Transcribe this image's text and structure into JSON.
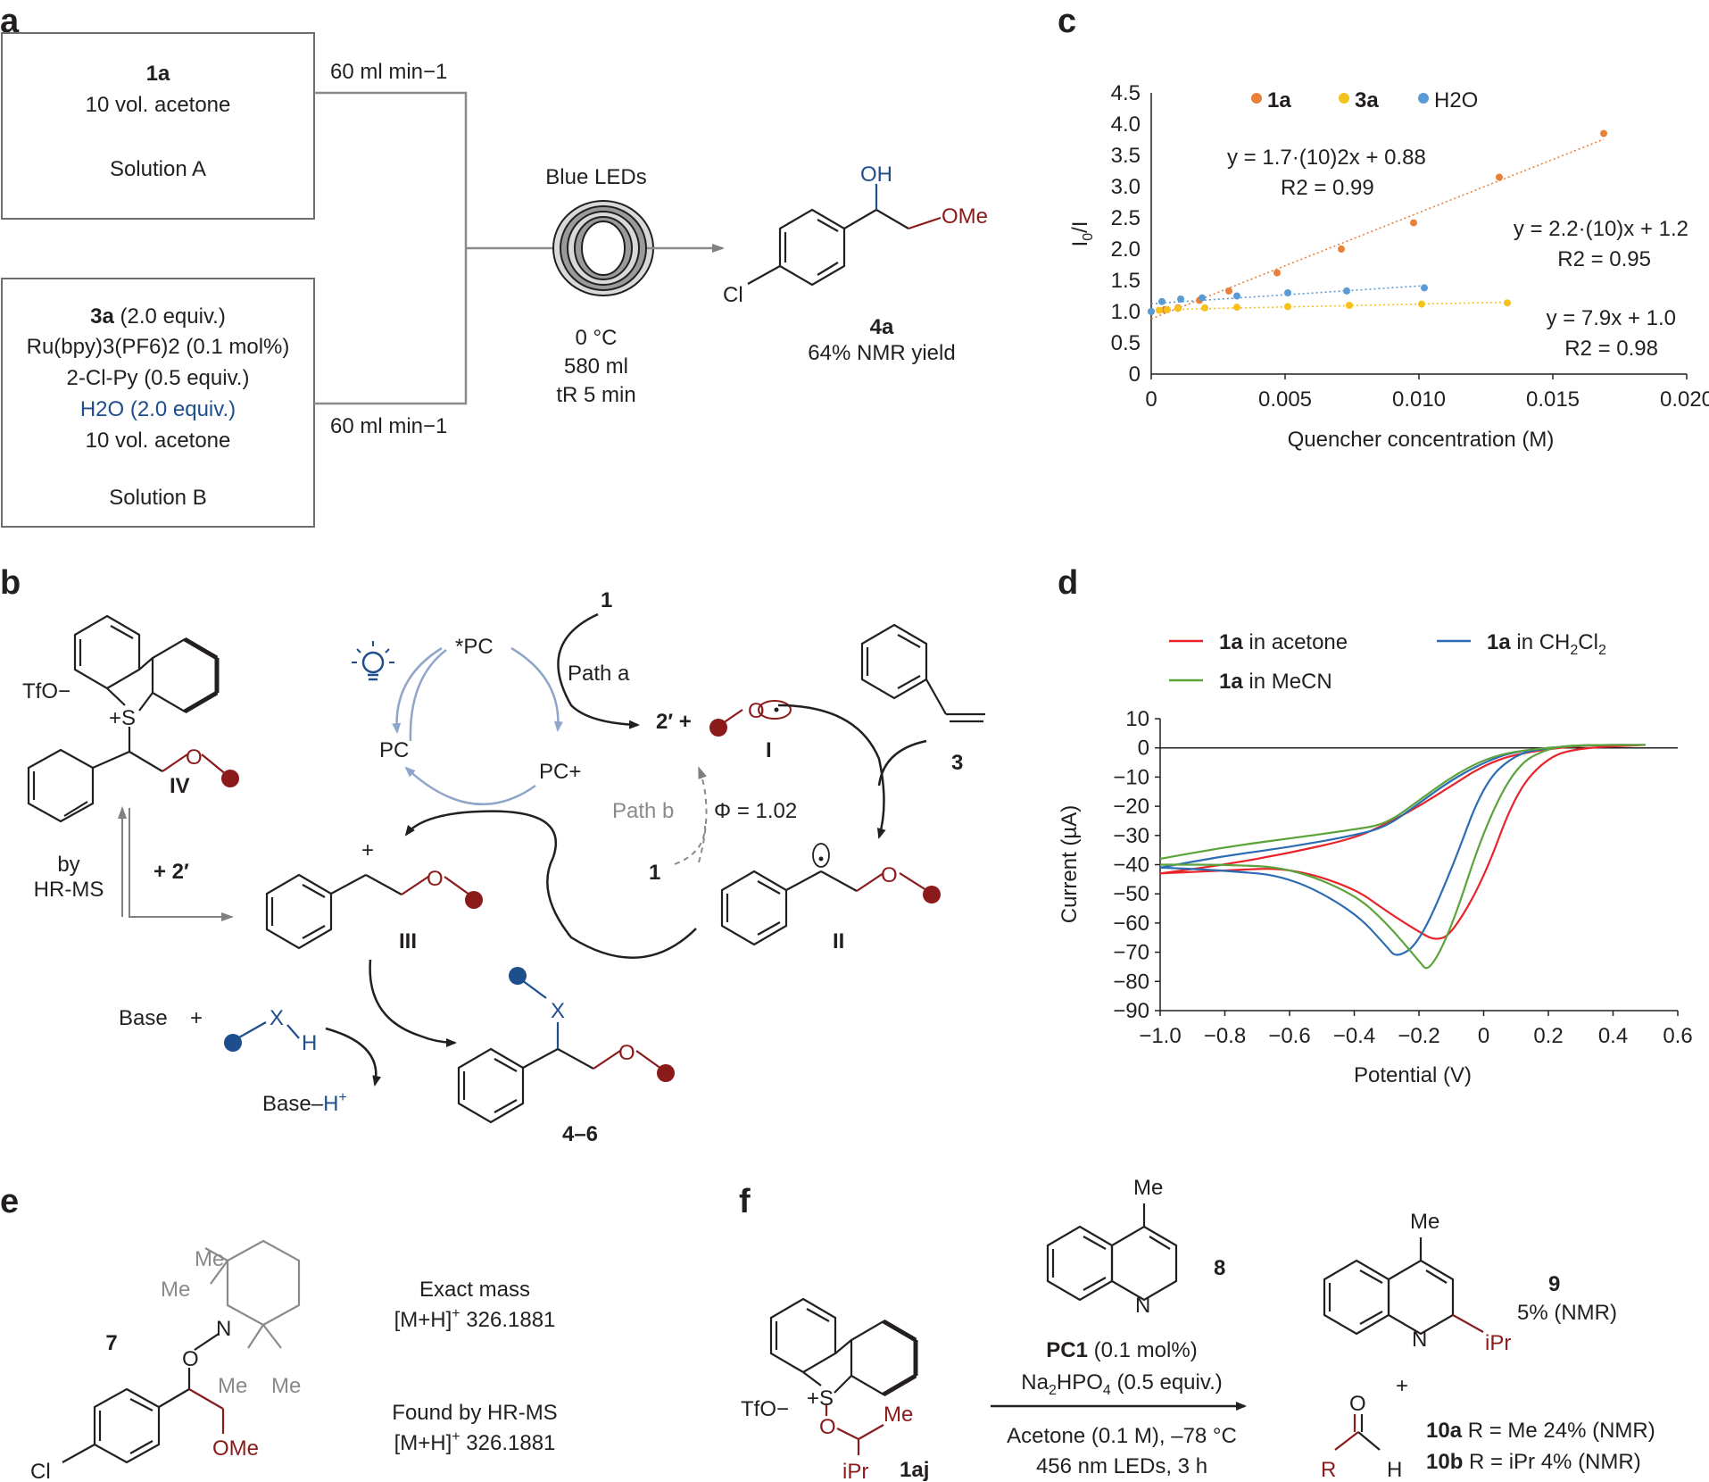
{
  "panel_labels": {
    "a": "a",
    "b": "b",
    "c": "c",
    "d": "d",
    "e": "e",
    "f": "f"
  },
  "panel_a": {
    "solution_a": {
      "compound": "1a",
      "line2": "10 vol. acetone",
      "name": "Solution A"
    },
    "solution_b": {
      "line1_bold": "3a",
      "line1_rest": " (2.0 equiv.)",
      "catalyst": "Ru(bpy)3(PF6)2 (0.1 mol%)",
      "line3": "2-Cl-Py (0.5 equiv.)",
      "water": "H2O (2.0 equiv.)",
      "line5": "10 vol. acetone",
      "name": "Solution B"
    },
    "flow_rate": "60 ml min−1",
    "reactor_label": "Blue LEDs",
    "conditions": [
      "0 °C",
      "580 ml",
      "tR 5 min"
    ],
    "product": {
      "name": "4a",
      "yield": "64% NMR yield",
      "oh": "OH",
      "ome": "OMe",
      "cl": "Cl"
    }
  },
  "panel_b": {
    "tfo": "TfO−",
    "s_plus": "+S",
    "iv": "IV",
    "pc_star": "*PC",
    "pc": "PC",
    "pc_plus": "PC+",
    "reagent_1": "1",
    "path_a": "Path a",
    "path_b": "Path b",
    "phi": "Φ = 1.02",
    "two_prime": "2′ +",
    "radical_I": "I",
    "alkene_3": "3",
    "radical_II": "II",
    "cation_III": "III",
    "hrms": [
      "by",
      "HR-MS"
    ],
    "plus_2prime": "+ 2′",
    "base": "Base",
    "plus": "+",
    "xh_x": "X",
    "xh_h": "H",
    "base_h": "Base–H+",
    "x_label": "X",
    "product": "4–6"
  },
  "panel_e": {
    "compound": "7",
    "me": "Me",
    "n": "N",
    "o": "O",
    "ome": "OMe",
    "cl": "Cl",
    "exact_mass": [
      "Exact mass",
      "[M+H]+ 326.1881"
    ],
    "found": [
      "Found by HR-MS",
      "[M+H]+ 326.1881"
    ]
  },
  "panel_f": {
    "tfo": "TfO−",
    "s_plus": "+S",
    "o": "O",
    "me": "Me",
    "ipr": "iPr",
    "compound": "1aj",
    "quinoline": {
      "me": "Me",
      "n": "N",
      "name": "8"
    },
    "conditions": [
      "PC1 (0.1 mol%)",
      "Na2HPO4 (0.5 equiv.)",
      "Acetone (0.1 M), –78 °C",
      "456 nm LEDs, 3 h"
    ],
    "product9": {
      "me": "Me",
      "n": "N",
      "ipr": "iPr",
      "name": "9",
      "yield": "5% (NMR)"
    },
    "plus": "+",
    "aldehyde": {
      "o": "O",
      "r": "R",
      "h": "H"
    },
    "products10": [
      "10a R = Me 24% (NMR)",
      "10b R = iPr 4% (NMR)"
    ]
  },
  "chart_data": [
    {
      "type": "scatter",
      "panel": "c",
      "xlabel": "Quencher concentration (M)",
      "ylabel": "I0/I",
      "xlim": [
        0,
        0.02
      ],
      "ylim": [
        0,
        4.5
      ],
      "xticks": [
        "0",
        "0.005",
        "0.010",
        "0.015",
        "0.020"
      ],
      "yticks": [
        "0",
        "0.5",
        "1.0",
        "1.5",
        "2.0",
        "2.5",
        "3.0",
        "3.5",
        "4.0",
        "4.5"
      ],
      "legend_position": "top-left",
      "series": [
        {
          "name": "1a",
          "color": "#e8803a",
          "x": [
            0,
            0.0005,
            0.001,
            0.0018,
            0.0029,
            0.0047,
            0.0071,
            0.0098,
            0.013,
            0.0169
          ],
          "y": [
            1.0,
            1.03,
            1.06,
            1.18,
            1.33,
            1.62,
            2.0,
            2.42,
            3.15,
            3.85
          ],
          "equation": "y = 1.7·(10)2x + 0.88",
          "r2": "R2 = 0.99"
        },
        {
          "name": "3a",
          "color": "#f5c21b",
          "x": [
            0,
            0.0003,
            0.0006,
            0.001,
            0.002,
            0.0032,
            0.0051,
            0.0074,
            0.0101,
            0.0133
          ],
          "y": [
            1.0,
            1.02,
            1.03,
            1.05,
            1.06,
            1.07,
            1.08,
            1.1,
            1.12,
            1.14
          ],
          "equation": "y = 7.9x + 1.0",
          "r2": "R2 = 0.98"
        },
        {
          "name": "H2O",
          "color": "#5b9bd5",
          "x": [
            0,
            0.0004,
            0.0011,
            0.0019,
            0.0032,
            0.0051,
            0.0073,
            0.0102
          ],
          "y": [
            1.0,
            1.16,
            1.2,
            1.22,
            1.25,
            1.3,
            1.33,
            1.38
          ],
          "equation": "y = 2.2·(10)x + 1.2",
          "r2": "R2 = 0.95"
        }
      ]
    },
    {
      "type": "line",
      "panel": "d",
      "xlabel": "Potential (V)",
      "ylabel": "Current (µA)",
      "xlim": [
        -1.0,
        0.6
      ],
      "ylim": [
        -90,
        10
      ],
      "xticks": [
        "−1.0",
        "−0.8",
        "−0.6",
        "−0.4",
        "−0.2",
        "0",
        "0.2",
        "0.4",
        "0.6"
      ],
      "yticks": [
        "10",
        "0",
        "−10",
        "−20",
        "−30",
        "−40",
        "−50",
        "−60",
        "−70",
        "−80",
        "−90"
      ],
      "legend_position": "top",
      "series": [
        {
          "name": "1a in acetone",
          "color": "#e8232a",
          "x": [
            -1.0,
            -0.8,
            -0.6,
            -0.4,
            -0.3,
            -0.2,
            -0.15,
            -0.1,
            0.0,
            0.1,
            0.2,
            0.3,
            0.5,
            0.5,
            0.3,
            0.1,
            0.0,
            -0.1,
            -0.2,
            -0.3,
            -0.4,
            -0.6,
            -0.8,
            -1.0
          ],
          "y": [
            -43,
            -42,
            -41,
            -48,
            -56,
            -63,
            -66,
            -64,
            -45,
            -15,
            -3,
            0,
            1,
            1,
            1,
            -2,
            -6,
            -13,
            -20,
            -26,
            -31,
            -36,
            -40,
            -43
          ]
        },
        {
          "name": "1a in CH2Cl2",
          "color": "#2b6cb3",
          "x": [
            -1.0,
            -0.8,
            -0.6,
            -0.4,
            -0.3,
            -0.27,
            -0.2,
            -0.1,
            0.0,
            0.1,
            0.2,
            0.3,
            0.5,
            0.5,
            0.3,
            0.1,
            0.0,
            -0.1,
            -0.2,
            -0.3,
            -0.4,
            -0.6,
            -0.8,
            -1.0
          ],
          "y": [
            -41,
            -42,
            -44,
            -56,
            -68,
            -72,
            -67,
            -42,
            -12,
            -2,
            0,
            1,
            1,
            1,
            1,
            -1,
            -5,
            -11,
            -19,
            -27,
            -30,
            -34,
            -37,
            -41
          ]
        },
        {
          "name": "1a in MeCN",
          "color": "#5ba33b",
          "x": [
            -1.0,
            -0.8,
            -0.6,
            -0.4,
            -0.3,
            -0.2,
            -0.17,
            -0.1,
            0.0,
            0.1,
            0.2,
            0.3,
            0.5,
            0.5,
            0.3,
            0.1,
            0.0,
            -0.1,
            -0.2,
            -0.3,
            -0.4,
            -0.6,
            -0.8,
            -1.0
          ],
          "y": [
            -40,
            -40,
            -41,
            -50,
            -60,
            -73,
            -77,
            -62,
            -28,
            -6,
            0,
            1,
            1,
            1,
            1,
            -1,
            -4,
            -10,
            -18,
            -26,
            -28,
            -31,
            -34,
            -38
          ]
        }
      ]
    }
  ]
}
